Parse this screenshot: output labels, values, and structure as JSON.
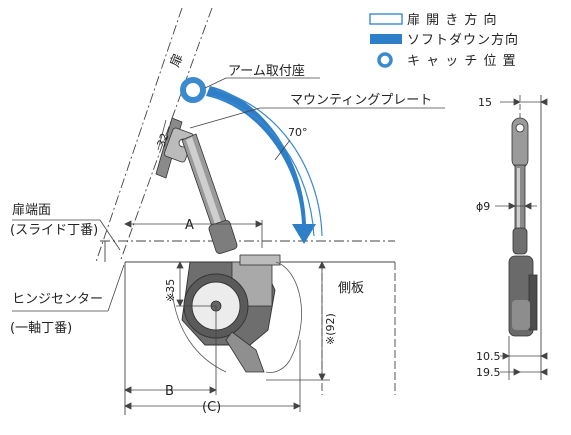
{
  "legend": {
    "open_direction": "扉 開 き 方 向",
    "soft_down_direction": "ソフトダウン方向",
    "catch_position": "キ ャ ッ チ 位 置"
  },
  "labels": {
    "door": "扉",
    "arm_mount": "アーム取付座",
    "mounting_plate": "マウンティングプレート",
    "angle": "70°",
    "door_end_face_line1": "扉端面",
    "door_end_face_line2": "(スライド丁番)",
    "hinge_center_line1": "ヒンジセンター",
    "hinge_center_line2": "(一軸丁番)",
    "side_panel": "側板"
  },
  "dimensions": {
    "a": "A",
    "b": "B",
    "c": "(C)",
    "d32": "32",
    "d35": "※35",
    "d92": "※(92)",
    "d15": "15",
    "phi9": "ϕ9",
    "d10_5": "10.5",
    "d19_5": "19.5"
  },
  "colors": {
    "soft_down_blue": "#2f7fc8",
    "open_outline": "#3b8ad0",
    "catch_ring": "#3b8ad0",
    "metal_dark": "#555555",
    "metal_mid": "#888888",
    "metal_light": "#c8c8c8"
  }
}
